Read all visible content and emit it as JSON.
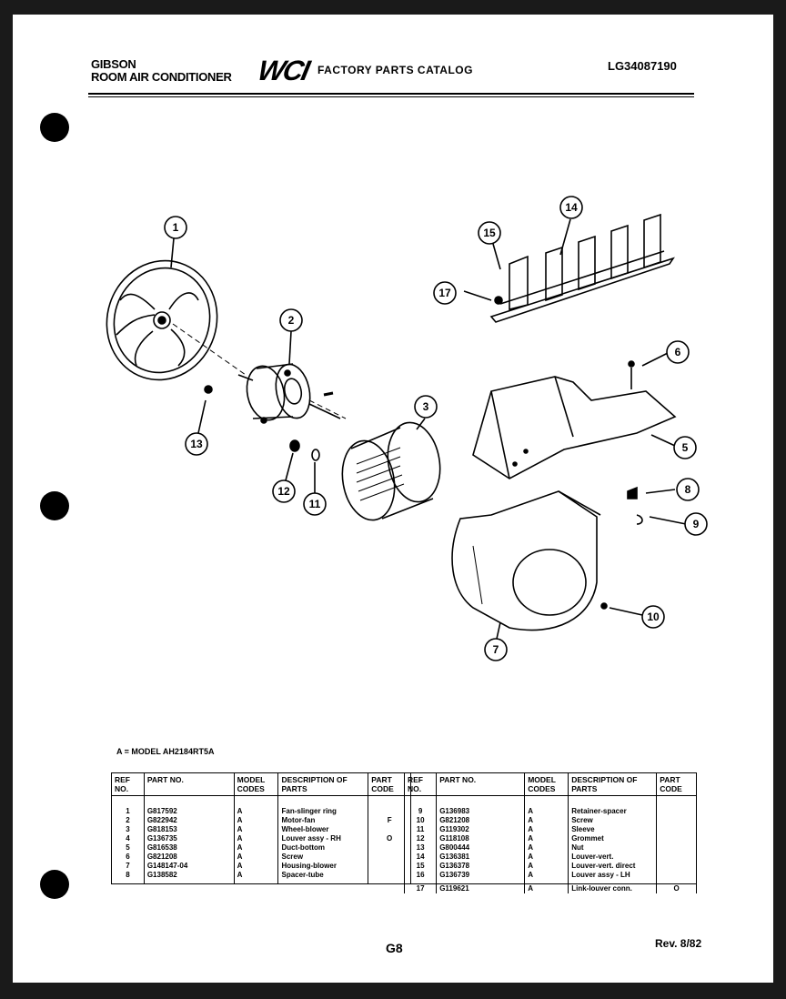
{
  "header": {
    "brand_line1": "GIBSON",
    "brand_line2": "ROOM AIR CONDITIONER",
    "logo": "WCI",
    "catalog_title": "FACTORY PARTS CATALOG",
    "doc_number": "LG34087190"
  },
  "callouts": [
    "1",
    "2",
    "3",
    "5",
    "6",
    "7",
    "8",
    "9",
    "10",
    "11",
    "12",
    "13",
    "14",
    "15",
    "17"
  ],
  "model_note": "A = MODEL AH2184RT5A",
  "table": {
    "headers": [
      "REF NO.",
      "PART NO.",
      "MODEL CODES",
      "DESCRIPTION OF PARTS",
      "PART CODE"
    ],
    "left_rows": [
      {
        "ref": "1",
        "part": "G817592",
        "model": "A",
        "desc": "Fan-slinger ring",
        "code": ""
      },
      {
        "ref": "2",
        "part": "G822942",
        "model": "A",
        "desc": "Motor-fan",
        "code": "F"
      },
      {
        "ref": "3",
        "part": "G818153",
        "model": "A",
        "desc": "Wheel-blower",
        "code": ""
      },
      {
        "ref": "4",
        "part": "G136735",
        "model": "A",
        "desc": "Louver assy - RH",
        "code": "O"
      },
      {
        "ref": "5",
        "part": "G816538",
        "model": "A",
        "desc": "Duct-bottom",
        "code": ""
      },
      {
        "ref": "6",
        "part": "G821208",
        "model": "A",
        "desc": "Screw",
        "code": ""
      },
      {
        "ref": "7",
        "part": "G148147-04",
        "model": "A",
        "desc": "Housing-blower",
        "code": ""
      },
      {
        "ref": "8",
        "part": "G138582",
        "model": "A",
        "desc": "Spacer-tube",
        "code": ""
      }
    ],
    "right_rows": [
      {
        "ref": "9",
        "part": "G136983",
        "model": "A",
        "desc": "Retainer-spacer",
        "code": ""
      },
      {
        "ref": "10",
        "part": "G821208",
        "model": "A",
        "desc": "Screw",
        "code": ""
      },
      {
        "ref": "11",
        "part": "G119302",
        "model": "A",
        "desc": "Sleeve",
        "code": ""
      },
      {
        "ref": "12",
        "part": "G118108",
        "model": "A",
        "desc": "Grommet",
        "code": ""
      },
      {
        "ref": "13",
        "part": "G800444",
        "model": "A",
        "desc": "Nut",
        "code": ""
      },
      {
        "ref": "14",
        "part": "G136381",
        "model": "A",
        "desc": "Louver-vert.",
        "code": ""
      },
      {
        "ref": "15",
        "part": "G136378",
        "model": "A",
        "desc": "Louver-vert. direct",
        "code": ""
      },
      {
        "ref": "16",
        "part": "G136739",
        "model": "A",
        "desc": "Louver assy - LH",
        "code": ""
      },
      {
        "ref": "17",
        "part": "G119621",
        "model": "A",
        "desc": "Link-louver conn.",
        "code": "O"
      }
    ]
  },
  "footer": {
    "page": "G8",
    "revision": "Rev. 8/82"
  }
}
